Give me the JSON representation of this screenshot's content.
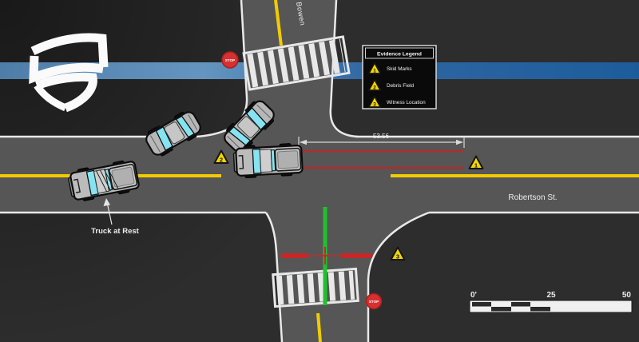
{
  "streets": {
    "vertical": "Bowen",
    "horizontal": "Robertson St."
  },
  "legend": {
    "title": "Evidence Legend",
    "items": [
      {
        "num": "1",
        "label": "Skid Marks"
      },
      {
        "num": "2",
        "label": "Debris Field"
      },
      {
        "num": "3",
        "label": "Witness Location"
      }
    ]
  },
  "annotations": {
    "truck_label": "Truck at Rest",
    "measurement": "53.56"
  },
  "markers": {
    "skid_end": {
      "num": "1"
    },
    "debris": {
      "num": "2"
    },
    "witness": {
      "num": "3"
    }
  },
  "signs": {
    "stop_label": "STOP"
  },
  "scale_bar": {
    "start": "0'",
    "mid": "25",
    "end": "50"
  },
  "colors": {
    "background": "#2d2d2d",
    "road": "#565656",
    "band_left": "#4e7da8",
    "band_mid_light": "#6495c0",
    "band_mid_dark": "#2f67a2",
    "band_right": "#1d5c9b",
    "center_line": "#f2cc00",
    "skid_mark": "#a83232",
    "debris_line": "#c62828",
    "travel_path": "#20c12c",
    "warning": "#f2d500",
    "stop_sign": "#d63030"
  }
}
